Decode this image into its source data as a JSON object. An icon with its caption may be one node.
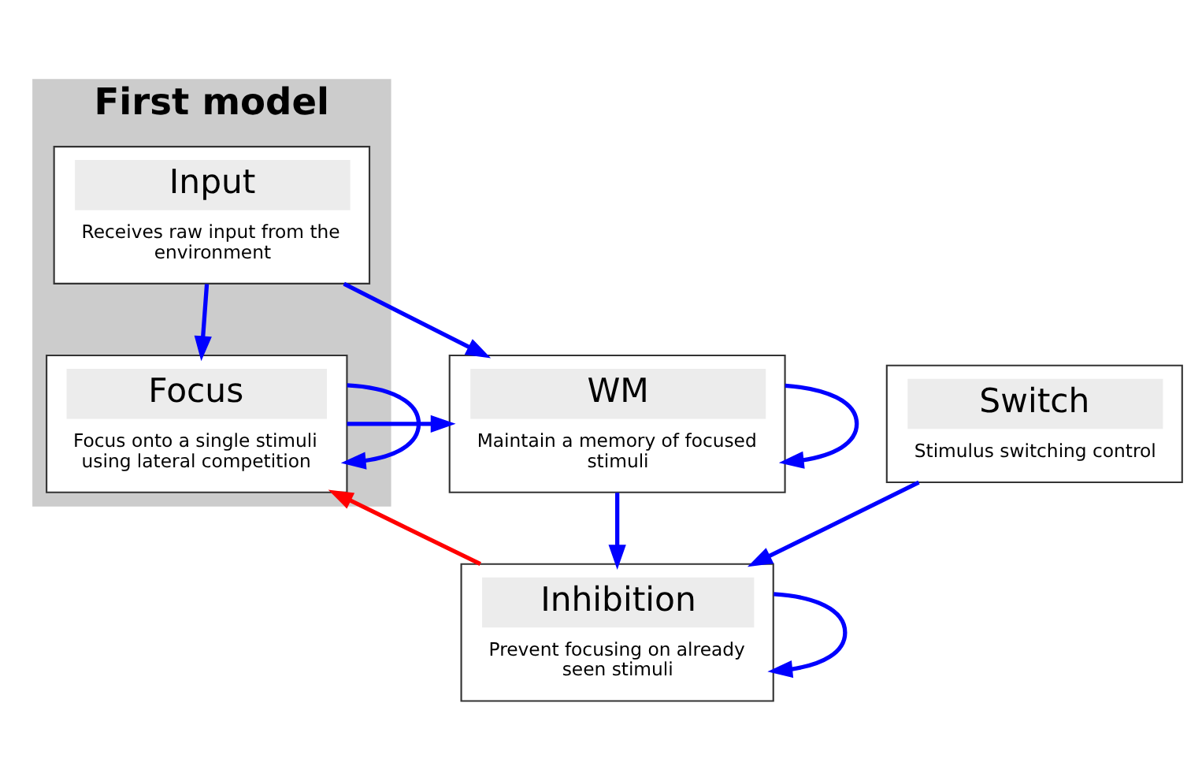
{
  "diagram": {
    "nodes": [
      {
        "text": [
          "First model"
        ]
      },
      {
        "text": [
          "Input",
          "Receives raw input from the environment"
        ],
        "in": 0
      },
      {
        "text": [
          "Focus",
          "Focus onto a single stimuli using lateral competition"
        ],
        "in": 0
      },
      {
        "text": [
          "WM",
          "Maintain a memory of focused stimuli"
        ]
      },
      {
        "text": [
          "Switch",
          "Stimulus switching control"
        ]
      },
      {
        "text": [
          "Inhibition",
          "Prevent focusing on already seen stimuli"
        ]
      }
    ],
    "edges": [
      {
        "from": 1,
        "to": 2,
        "arrow": "to"
      },
      {
        "from": 1,
        "to": 3,
        "arrow": "to"
      },
      {
        "from": 2,
        "to": 3,
        "arrow": "to"
      },
      {
        "from": 2,
        "to": 2,
        "arrow": "to"
      },
      {
        "from": 3,
        "to": 3,
        "arrow": "to"
      },
      {
        "from": 3,
        "to": 5,
        "arrow": "to"
      },
      {
        "from": 4,
        "to": 5,
        "arrow": "to"
      },
      {
        "from": 5,
        "to": 2,
        "arrow": "to",
        "color": "#ff0000"
      },
      {
        "from": 5,
        "to": 5,
        "arrow": "to"
      }
    ]
  }
}
